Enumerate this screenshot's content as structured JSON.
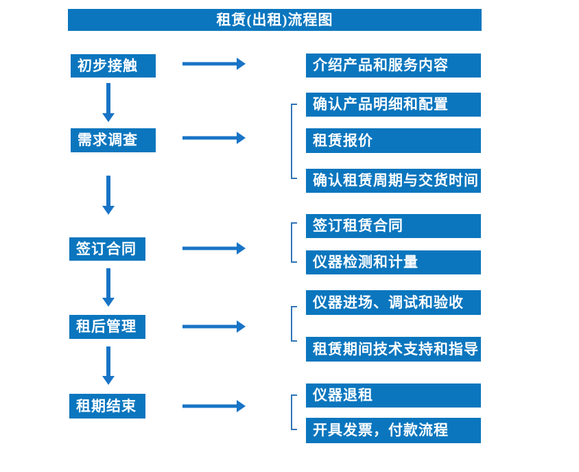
{
  "title": "租赁(出租)流程图",
  "colors": {
    "box_blue": "#0B76BE",
    "arrow_blue": "#1874C6",
    "bracket_blue": "#2E74B6",
    "text_white": "#FFFFFF"
  },
  "stages": [
    {
      "label": "初步接触",
      "details": [
        "介绍产品和服务内容"
      ]
    },
    {
      "label": "需求调查",
      "details": [
        "确认产品明细和配置",
        "租赁报价",
        "确认租赁周期与交货时间"
      ]
    },
    {
      "label": "签订合同",
      "details": [
        "签订租赁合同",
        "仪器检测和计量"
      ]
    },
    {
      "label": "租后管理",
      "details": [
        "仪器进场、调试和验收",
        "租赁期间技术支持和指导"
      ]
    },
    {
      "label": "租期结束",
      "details": [
        "仪器退租",
        "开具发票，付款流程"
      ]
    }
  ]
}
